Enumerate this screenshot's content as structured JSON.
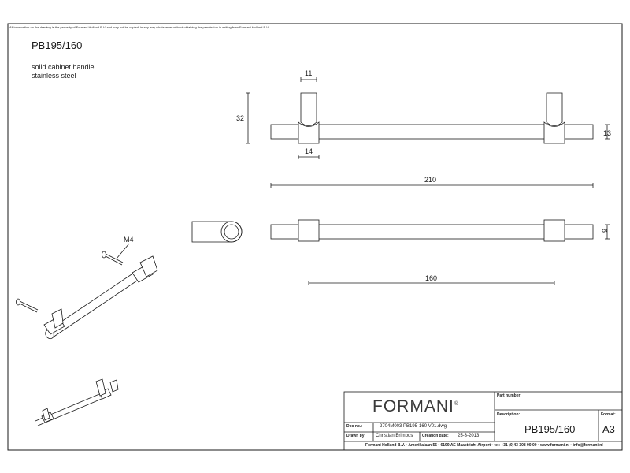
{
  "sheet": {
    "disclaimer": "All information on the drawing is the property of Formani Holland B.V. and may not be copied, in any way whatsoever without obtaining the permission in writing from Formani Holland B.V.",
    "title": "PB195/160",
    "description": "solid cabinet handle\nstainless steel"
  },
  "dimensions": {
    "d11": "11",
    "d14": "14",
    "d32": "32",
    "d13": "13",
    "d210": "210",
    "d9": "9",
    "d160": "160",
    "screw": "M4"
  },
  "title_block": {
    "brand": "FORMANI",
    "registered": "®",
    "part_number_label": "Part number:",
    "description_label": "Description:",
    "description_value": "PB195/160",
    "format_label": "Format:",
    "format_value": "A3",
    "doc_no_label": "Doc no.:",
    "doc_no_value": "2704M003 PB195-160 V01.dwg",
    "drawn_by_label": "Drawn by:",
    "drawn_by_value": "Christian Brimbos",
    "creation_date_label": "Creation date:",
    "creation_date_value": "25-3-2013",
    "footer": "Formani Holland B.V. · Amerikalaan 55 · 6199 AE Maastricht Airport · tel: +31 (0)43 308 90 00 · www.formani.nl · info@formani.nl"
  }
}
